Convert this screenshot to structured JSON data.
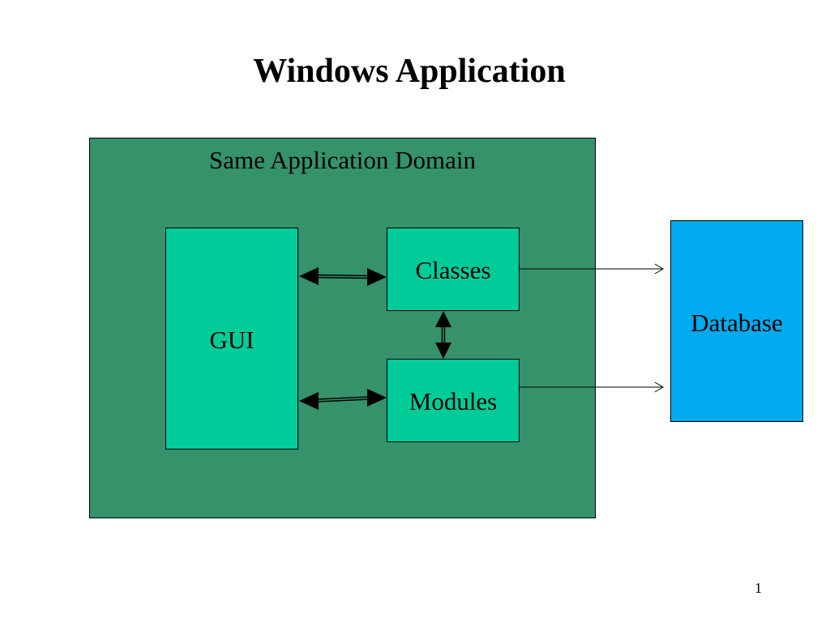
{
  "slide": {
    "title": "Windows Application",
    "page_number": "1"
  },
  "diagram": {
    "container": {
      "label": "Same Application Domain",
      "fill": "#35926a"
    },
    "nodes": [
      {
        "id": "gui",
        "label": "GUI",
        "fill": "#00cc99"
      },
      {
        "id": "classes",
        "label": "Classes",
        "fill": "#00cc99"
      },
      {
        "id": "modules",
        "label": "Modules",
        "fill": "#00cc99"
      },
      {
        "id": "database",
        "label": "Database",
        "fill": "#00aaee"
      }
    ],
    "edges": [
      {
        "from": "gui",
        "to": "classes",
        "style": "double-arrow-bold"
      },
      {
        "from": "gui",
        "to": "modules",
        "style": "double-arrow-bold"
      },
      {
        "from": "classes",
        "to": "modules",
        "style": "double-arrow-bold"
      },
      {
        "from": "classes",
        "to": "database",
        "style": "arrow-thin"
      },
      {
        "from": "modules",
        "to": "database",
        "style": "arrow-thin"
      }
    ]
  }
}
